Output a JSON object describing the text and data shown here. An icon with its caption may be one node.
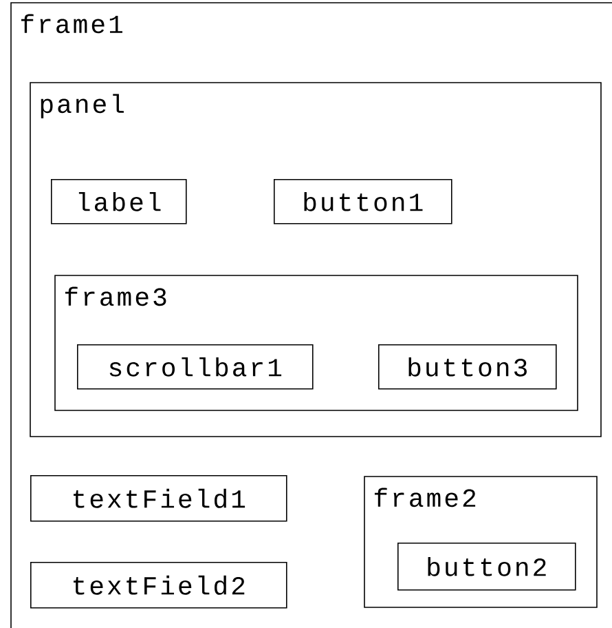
{
  "diagram": {
    "nodes": [
      {
        "text": [
          "frame1"
        ]
      },
      {
        "text": [
          "panel"
        ],
        "in": 0
      },
      {
        "text": [
          "label"
        ],
        "in": 1
      },
      {
        "text": [
          "button1"
        ],
        "in": 1
      },
      {
        "text": [
          "frame3"
        ],
        "in": 1
      },
      {
        "text": [
          "scrollbar1"
        ],
        "in": 4
      },
      {
        "text": [
          "button3"
        ],
        "in": 4
      },
      {
        "text": [
          "textField1"
        ],
        "in": 0
      },
      {
        "text": [
          "textField2"
        ],
        "in": 0
      },
      {
        "text": [
          "frame2"
        ],
        "in": 0
      },
      {
        "text": [
          "button2"
        ],
        "in": 9
      }
    ]
  }
}
